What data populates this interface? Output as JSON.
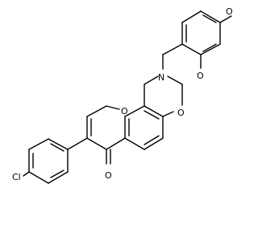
{
  "molecule": {
    "atoms": {
      "N1": "N",
      "O_ring1": "O",
      "O_ring2": "O",
      "O_ketone": "O",
      "O_methoxy1": "O",
      "O_methoxy2": "O",
      "Cl": "Cl"
    },
    "colors": {
      "bond": "#000000",
      "label": "#000000",
      "background": "#ffffff"
    }
  }
}
